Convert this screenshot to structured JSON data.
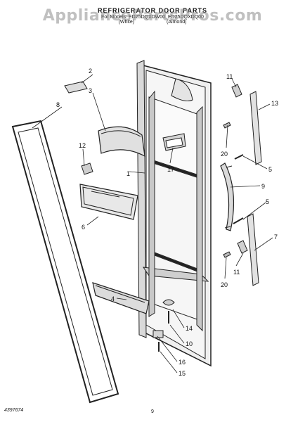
{
  "watermark": "AppliancePartsPros.com",
  "header": {
    "title": "REFRIGERATOR DOOR PARTS",
    "models": "For Models: ED25DQXDW00, ED25DQXDQ00",
    "variants": [
      "(White)",
      "(Almond)"
    ]
  },
  "callouts": [
    "1",
    "2",
    "3",
    "4",
    "5",
    "5",
    "6",
    "7",
    "8",
    "9",
    "10",
    "11",
    "11",
    "12",
    "13",
    "14",
    "15",
    "16",
    "17",
    "20",
    "20"
  ],
  "footer": {
    "doc_id": "4397674",
    "page": "9"
  },
  "colors": {
    "line": "#222222",
    "shade": "#bdbdbd",
    "panel": "#e6e6e6"
  }
}
